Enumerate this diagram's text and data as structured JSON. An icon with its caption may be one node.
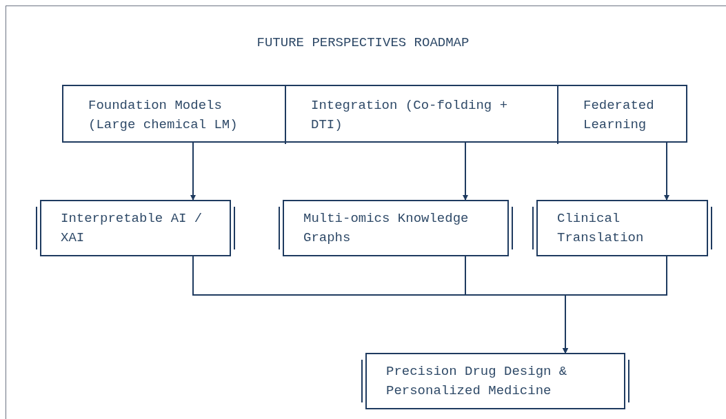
{
  "diagram": {
    "title": "FUTURE PERSPECTIVES ROADMAP",
    "nodes": [
      {
        "text": [],
        "shape": "box"
      },
      {
        "text": [
          "Foundation Models (Large chemical LM)"
        ],
        "in": 0
      },
      {
        "text": [
          "Integration (Co-folding + DTI)"
        ],
        "in": 0
      },
      {
        "text": [
          "Federated Learning"
        ],
        "in": 0
      },
      {
        "text": [
          "Interpretable AI / XAI"
        ]
      },
      {
        "text": [
          "Multi-omics Knowledge Graphs"
        ]
      },
      {
        "text": [
          "Clinical Translation"
        ]
      },
      {
        "text": [
          "Precision Drug Design & Personalized Medicine"
        ]
      }
    ],
    "edges": [
      {
        "from": 1,
        "to": 4,
        "arrow": "to"
      },
      {
        "from": 2,
        "to": 5,
        "arrow": "to"
      },
      {
        "from": 3,
        "to": 6,
        "arrow": "to"
      },
      {
        "from": 4,
        "to": 7,
        "arrow": "to"
      },
      {
        "from": 5,
        "to": 7,
        "arrow": "to"
      },
      {
        "from": 6,
        "to": 7,
        "arrow": "to"
      }
    ]
  }
}
